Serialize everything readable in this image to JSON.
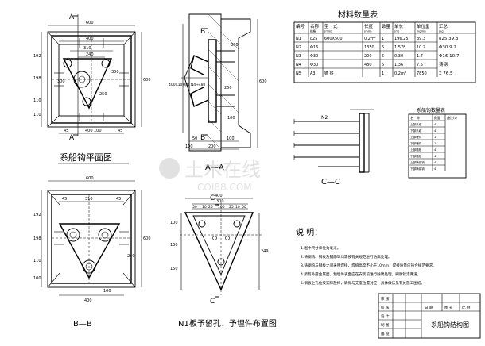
{
  "views": {
    "plan": {
      "caption": "系船钩平面图",
      "section_marks": [
        "A",
        "A"
      ],
      "dims_top": [
        "600",
        "400"
      ],
      "dims_inner": [
        "310",
        "240",
        "100"
      ],
      "dims_left": [
        "192",
        "198",
        "110",
        "110"
      ],
      "dims_bottom": [
        "45",
        "400",
        "45",
        "100"
      ],
      "dims_right": [
        "600"
      ],
      "dims_diag": [
        "300",
        "250",
        "350"
      ]
    },
    "aa": {
      "caption": "A—A",
      "marks": [
        "B",
        "B"
      ],
      "note": "400X10钢板 N4→480",
      "dims": [
        "300",
        "600",
        "250",
        "100",
        "50",
        "200",
        "100",
        "100"
      ]
    },
    "bb": {
      "caption": "B—B",
      "dims_top": [
        "600",
        "45",
        "310",
        "45"
      ],
      "dims_left": [
        "192",
        "198",
        "110",
        "100"
      ],
      "dims_bottom": [
        "400",
        "100"
      ],
      "dims_right": [
        "600",
        "249"
      ]
    },
    "n1": {
      "caption": "N1板予留孔、予埋件布置图",
      "marks": [
        "C",
        "C"
      ],
      "dims_top": [
        "400",
        "300",
        "50",
        "10",
        "10",
        "25",
        "100",
        "25",
        "10",
        "50"
      ],
      "dims_right": [
        "249"
      ],
      "dims_left": [
        "100",
        "150",
        "150"
      ]
    },
    "cc": {
      "caption": "C—C",
      "label": "N2"
    }
  },
  "material_table": {
    "title": "材料数量表",
    "headers": [
      "编号",
      "名称",
      "型　式",
      "长度",
      "数量",
      "单长",
      "单位重",
      "汇总"
    ],
    "subheaders": [
      "",
      "规格",
      "(mm)",
      "(mm)",
      "",
      "(m)",
      "(kg/m)",
      "(kg)"
    ],
    "rows": [
      [
        "N1",
        "δ25",
        "600X500",
        "0.2m²",
        "1",
        "196.25",
        "39.3",
        "δ25 39.3"
      ],
      [
        "N2",
        "Φ16",
        "",
        "1350",
        "5",
        "1.578",
        "10.7",
        "Φ30 9.2"
      ],
      [
        "N3",
        "Φ30",
        "",
        "200",
        "5",
        "0.30",
        "1.7",
        "Φ16 10.7"
      ],
      [
        "N4",
        "Φ30",
        "",
        "480",
        "5",
        "1.36",
        "7.5",
        "铸钢"
      ],
      [
        "N5",
        "A3",
        "铸 铁",
        "",
        "1",
        "0.2m³",
        "7850",
        "Σ 76.5"
      ]
    ]
  },
  "small_table": {
    "title": "系船钩数量表",
    "headers": [
      "名　称",
      "数量",
      "备注(t)"
    ],
    "rows": [
      [
        "上部系缆",
        "4",
        ""
      ],
      [
        "下部系缆",
        "4",
        ""
      ],
      [
        "上部埋件",
        "1",
        ""
      ],
      [
        "下部埋件",
        "1",
        ""
      ],
      [
        "上部锚板",
        "4",
        ""
      ],
      [
        "下部锚板",
        "4",
        ""
      ],
      [
        "上部铸钢钩",
        "4",
        ""
      ],
      [
        "下部铸钢钩",
        "4",
        ""
      ]
    ]
  },
  "notes": {
    "title": "说 明：",
    "lines": [
      "1.图中尺寸单位为毫米。",
      "2.铸钢钩、钢板及锚筋等均需按有关规范进行防腐处理。",
      "3.铸钢钩与钢板之间采用焊接，焊缝高度不小于10mm，焊接质量应符合规范要求。",
      "4.所有外露金属面，预埋件表面应在安装前进行除锈处理，刷防锈漆两道。",
      "5.钢板上孔位按实际放样，确保与支座位置对应，具体做法见有关施工图纸。"
    ]
  },
  "title_block": {
    "drawing_title": "系船钩结构图",
    "left_labels": [
      "审 核",
      "校 核",
      "设 计",
      "制 图",
      "描 图"
    ],
    "cells": [
      "日 期",
      "图 号",
      "比 例"
    ]
  },
  "watermark": {
    "text": "土木在线",
    "sub": "COI88.COM"
  }
}
